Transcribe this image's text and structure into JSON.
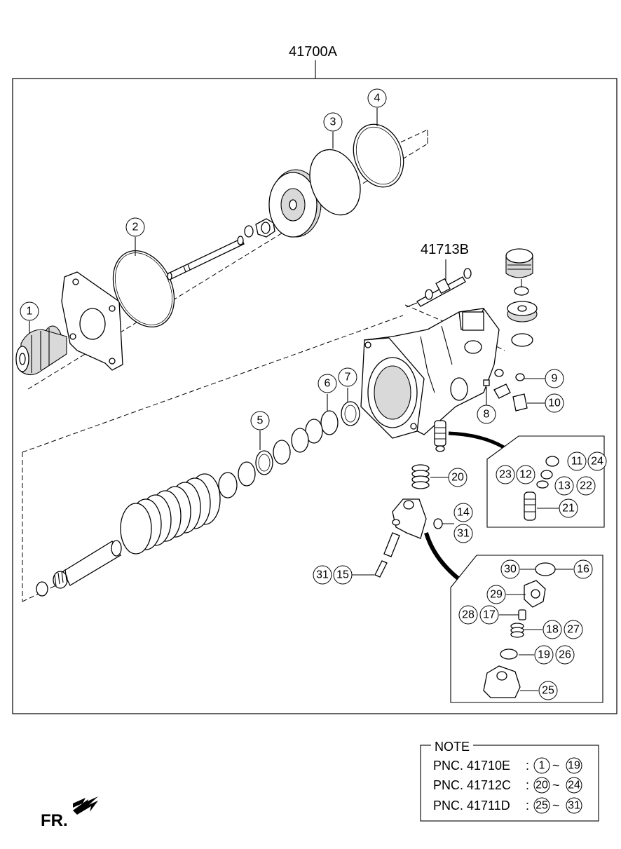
{
  "assembly_label": "41700A",
  "subassembly_label": "41713B",
  "callouts": {
    "c1": "1",
    "c2": "2",
    "c3": "3",
    "c4": "4",
    "c5": "5",
    "c6": "6",
    "c7": "7",
    "c8": "8",
    "c9": "9",
    "c10": "10",
    "c11": "11",
    "c12": "12",
    "c13": "13",
    "c14": "14",
    "c15": "15",
    "c16": "16",
    "c17": "17",
    "c18": "18",
    "c19": "19",
    "c20": "20",
    "c21": "21",
    "c22": "22",
    "c23": "23",
    "c24": "24",
    "c25": "25",
    "c26": "26",
    "c27": "27",
    "c28": "28",
    "c29": "29",
    "c30": "30",
    "c31a": "31",
    "c31b": "31"
  },
  "note": {
    "title": "NOTE",
    "rows": [
      {
        "pnc": "PNC. 41710E",
        "from": "1",
        "to": "19"
      },
      {
        "pnc": "PNC. 41712C",
        "from": "20",
        "to": "24"
      },
      {
        "pnc": "PNC. 41711D",
        "from": "25",
        "to": "31"
      }
    ],
    "colon": ":",
    "tilde": "~"
  },
  "orientation": {
    "label": "FR."
  }
}
